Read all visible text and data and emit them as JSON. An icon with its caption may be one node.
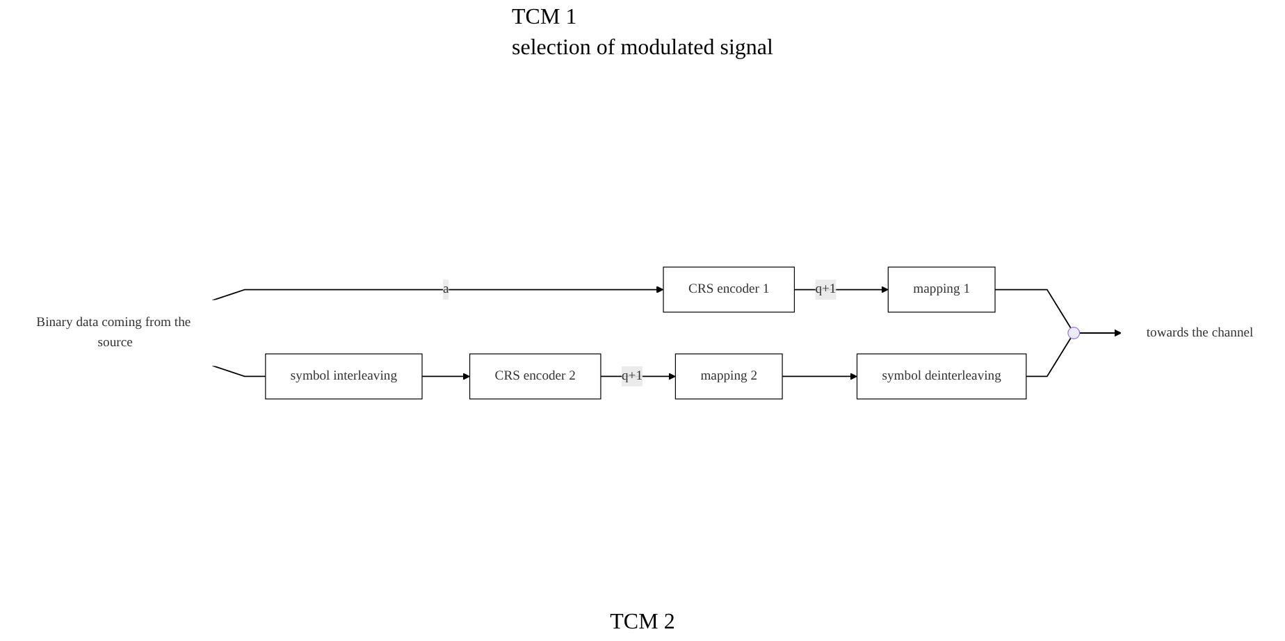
{
  "diagram": {
    "nodes": [
      {
        "text": [
          "Binary data coming from the source"
        ]
      },
      {
        "text": [
          "symbol interleaving"
        ]
      },
      {
        "text": [
          "CRS encoder 1"
        ]
      },
      {
        "text": [
          "mapping 1"
        ]
      },
      {
        "text": [
          "CRS encoder 2"
        ]
      },
      {
        "text": [
          "mapping 2"
        ]
      },
      {
        "text": [
          "symbol deinterleaving"
        ]
      },
      {
        "text": [],
        "shape": "circle"
      },
      {
        "text": [
          "towards the channel"
        ]
      }
    ],
    "edges": [
      {
        "from": 0,
        "to": 2,
        "arrow": "to",
        "label": "a"
      },
      {
        "from": 0,
        "to": 1,
        "arrow": "none"
      },
      {
        "from": 1,
        "to": 4,
        "arrow": "to"
      },
      {
        "from": 2,
        "to": 3,
        "arrow": "to",
        "label": "q+1"
      },
      {
        "from": 4,
        "to": 5,
        "arrow": "to",
        "label": "q+1"
      },
      {
        "from": 3,
        "to": 7,
        "arrow": "none"
      },
      {
        "from": 5,
        "to": 6,
        "arrow": "to"
      },
      {
        "from": 6,
        "to": 7,
        "arrow": "none"
      },
      {
        "from": 7,
        "to": 8,
        "arrow": "to"
      }
    ],
    "labels": [
      "TCM 1",
      "selection of modulated signal",
      "TCM 2"
    ]
  }
}
